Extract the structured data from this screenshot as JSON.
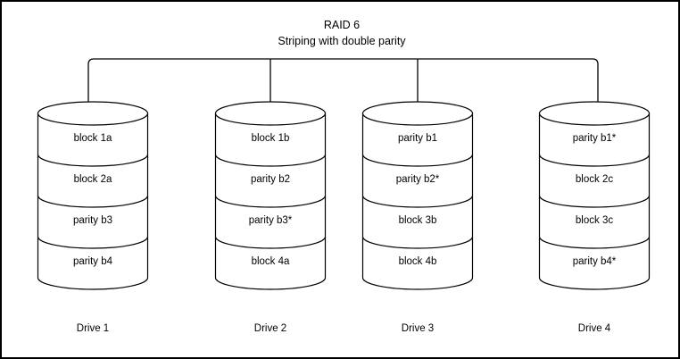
{
  "title": {
    "line1": "RAID 6",
    "line2": "Striping with double parity"
  },
  "colors": {
    "stroke": "#000000",
    "fill": "#ffffff",
    "border": "#000000"
  },
  "drives": [
    {
      "label": "Drive 1",
      "cells": [
        "block 1a",
        "block 2a",
        "parity b3",
        "parity b4"
      ]
    },
    {
      "label": "Drive 2",
      "cells": [
        "block 1b",
        "parity b2",
        "parity b3*",
        "block 4a"
      ]
    },
    {
      "label": "Drive 3",
      "cells": [
        "parity b1",
        "parity b2*",
        "block 3b",
        "block 4b"
      ]
    },
    {
      "label": "Drive 4",
      "cells": [
        "parity b1*",
        "block 2c",
        "block 3c",
        "parity b4*"
      ]
    }
  ]
}
